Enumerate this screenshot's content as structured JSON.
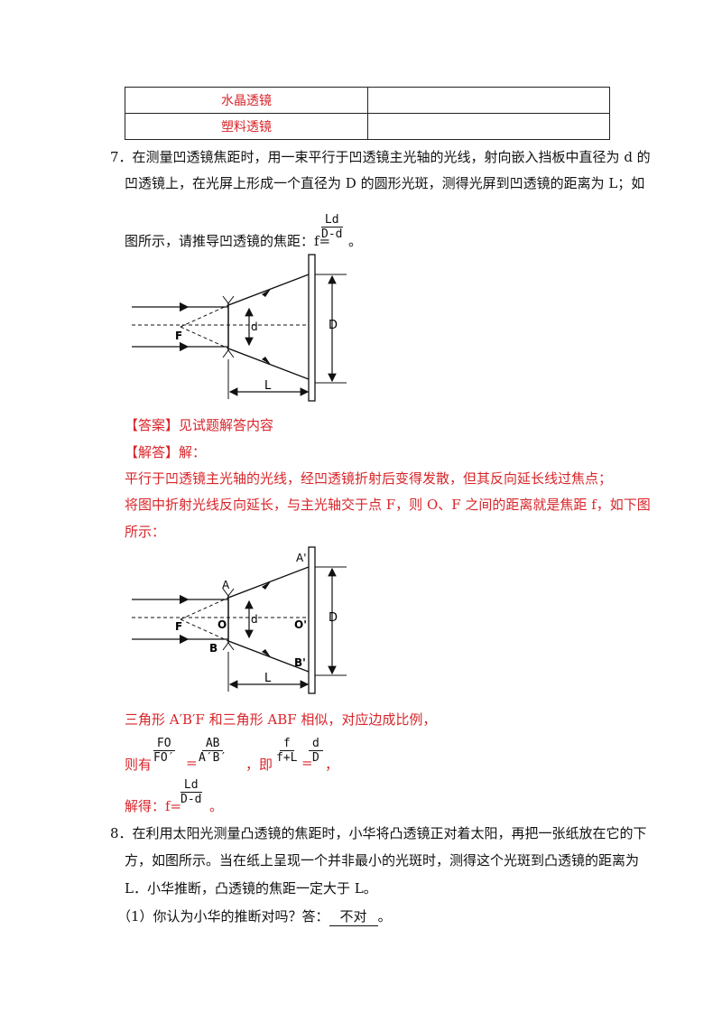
{
  "table": {
    "rows": [
      {
        "material": "水晶透镜",
        "value": ""
      },
      {
        "material": "塑料透镜",
        "value": ""
      }
    ]
  },
  "q7": {
    "line1": "7．在测量凹透镜焦距时，用一束平行于凹透镜主光轴的光线，射向嵌入挡板中直径为 d 的",
    "line2": "凹透镜上，在光屏上形成一个直径为 D 的圆形光斑，测得光屏到凹透镜的距离为 L；如",
    "line3_prefix": "图所示，请推导凹透镜的焦距：f=",
    "formula_num": "Ld",
    "formula_den": "D-d",
    "line3_suffix": "。",
    "diagram": {
      "label_F": "F",
      "label_d": "d",
      "label_D": "D",
      "label_L": "L"
    }
  },
  "answer": {
    "label": "【答案】",
    "text": "见试题解答内容"
  },
  "solution": {
    "label": "【解答】",
    "text": "解：",
    "line1": "平行于凹透镜主光轴的光线，经凹透镜折射后变得发散，但其反向延长线过焦点；",
    "line2": "将图中折射光线反向延长，与主光轴交于点 F，则 O、F 之间的距离就是焦距 f，如下图",
    "line3": "所示：",
    "diagram": {
      "label_A1": "A'",
      "label_A": "A",
      "label_F": "F",
      "label_O": "O",
      "label_d": "d",
      "label_O1": "O'",
      "label_D": "D",
      "label_B": "B",
      "label_B1": "B'",
      "label_L": "L"
    },
    "line4": "三角形 A′B′F 和三角形 ABF 相似，对应边成比例，",
    "ratio_prefix": "则有",
    "r1_num": "FO",
    "r1_den": "FO′",
    "eq1": "=",
    "r2_num": "AB",
    "r2_den": "A′B′",
    "mid": "，即",
    "r3_num": "f",
    "r3_den": "f+L",
    "eq2": "=",
    "r4_num": "d",
    "r4_den": "D",
    "end_comma": "，",
    "solve_prefix": "解得：f=",
    "solve_num": "Ld",
    "solve_den": "D-d",
    "solve_suffix": "。"
  },
  "q8": {
    "line1": "8．在利用太阳光测量凸透镜的焦距时，小华将凸透镜正对着太阳，再把一张纸放在它的下",
    "line2": "方，如图所示。当在纸上呈现一个并非最小的光斑时，测得这个光斑到凸透镜的距离为",
    "line3": "L．小华推断，凸透镜的焦距一定大于 L。",
    "sub1_prefix": "（1）你认为小华的推断对吗？答：",
    "sub1_answer": "不对",
    "sub1_suffix": "。"
  }
}
